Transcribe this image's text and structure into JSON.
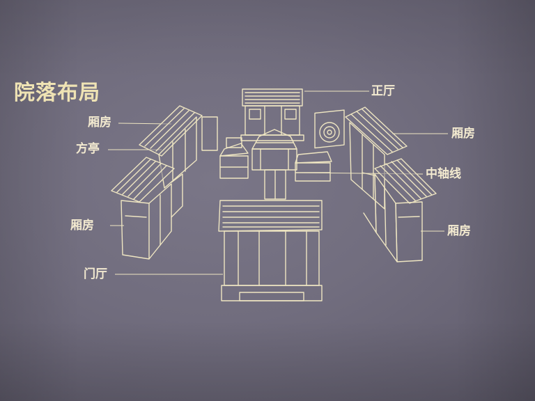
{
  "title": "院落布局",
  "labels": {
    "main_hall": "正厅",
    "wing_upper_left": "厢房",
    "pavilion": "方亭",
    "wing_upper_right": "厢房",
    "axis": "中轴线",
    "wing_lower_left": "厢房",
    "wing_lower_right": "厢房",
    "gate_hall": "门厅"
  },
  "colors": {
    "background": "#6f6b7b",
    "line": "#efe6c2",
    "title": "#efe3b4"
  }
}
